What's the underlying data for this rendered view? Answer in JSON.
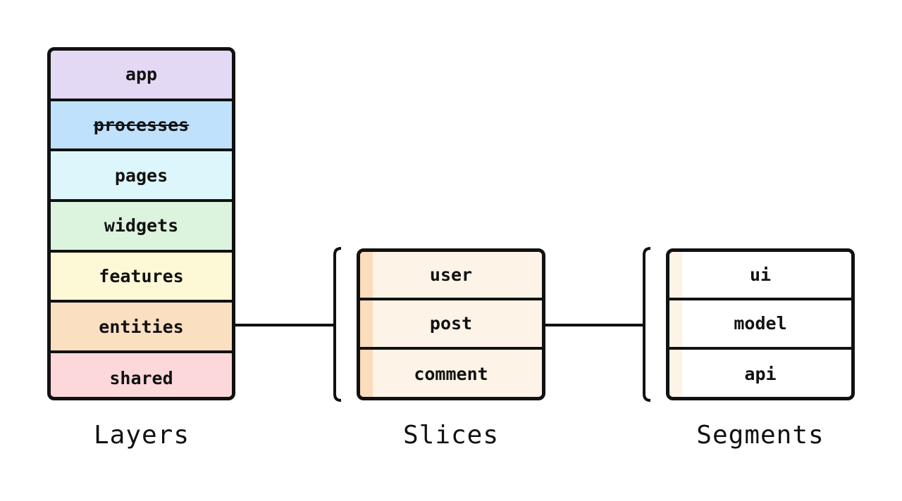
{
  "layers": {
    "caption": "Layers",
    "items": [
      {
        "label": "app",
        "color": "#e3d9f5",
        "struck": false
      },
      {
        "label": "processes",
        "color": "#bfe1fb",
        "struck": true
      },
      {
        "label": "pages",
        "color": "#dcf6fc",
        "struck": false
      },
      {
        "label": "widgets",
        "color": "#dcf3de",
        "struck": false
      },
      {
        "label": "features",
        "color": "#fdf8d6",
        "struck": false
      },
      {
        "label": "entities",
        "color": "#fbdfc1",
        "struck": false
      },
      {
        "label": "shared",
        "color": "#fdd8da",
        "struck": false
      }
    ]
  },
  "slices": {
    "caption": "Slices",
    "items": [
      "user",
      "post",
      "comment"
    ]
  },
  "segments": {
    "caption": "Segments",
    "items": [
      "ui",
      "model",
      "api"
    ]
  }
}
